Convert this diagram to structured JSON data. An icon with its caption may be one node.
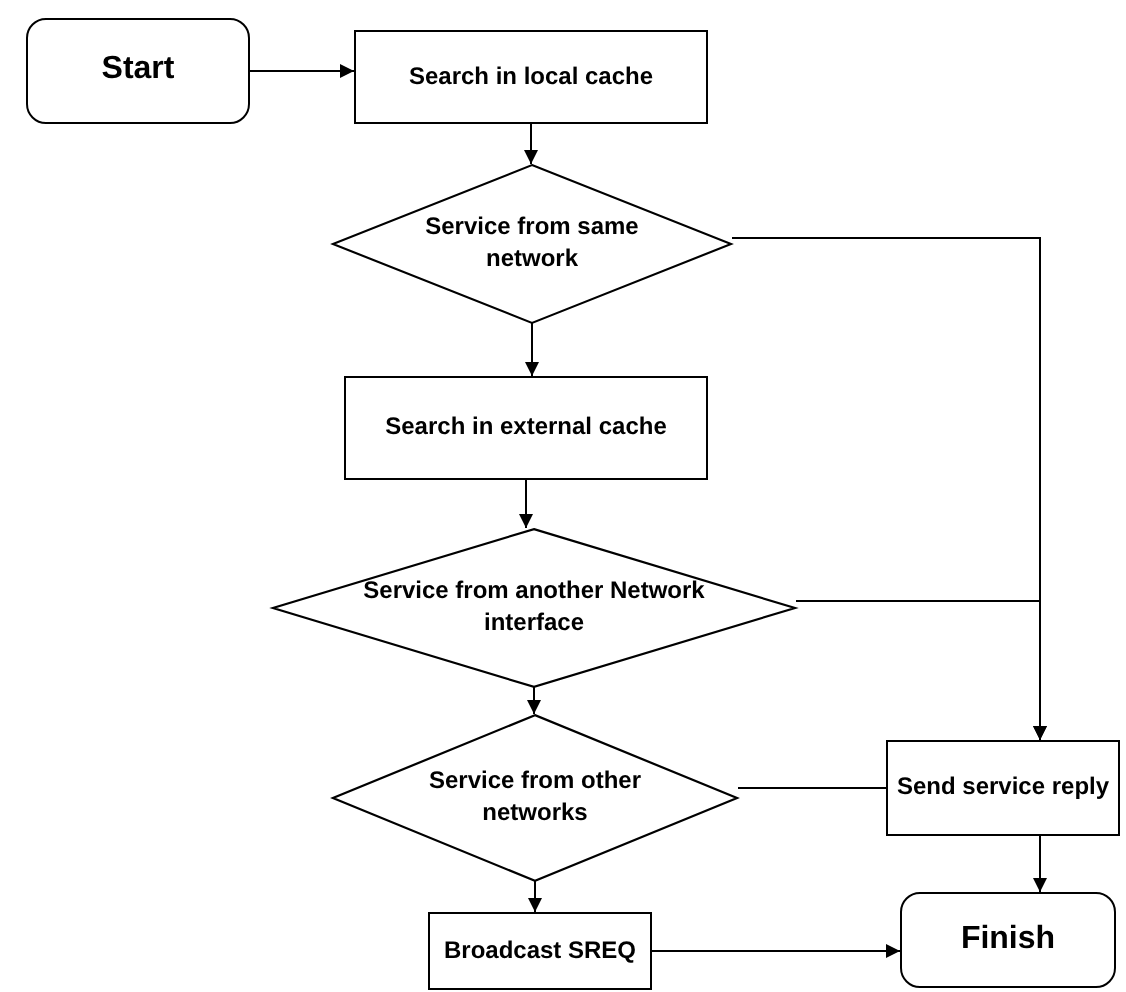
{
  "diagram": {
    "nodes": [
      {
        "text": [
          "Start"
        ]
      },
      {
        "text": [
          "Search in local cache"
        ]
      },
      {
        "text": [
          "Service from same network"
        ]
      },
      {
        "text": [
          "Search in external cache"
        ]
      },
      {
        "text": [
          "Service from another Network interface"
        ]
      },
      {
        "text": [
          "Service from other networks"
        ]
      },
      {
        "text": [
          "Send service reply"
        ]
      },
      {
        "text": [
          "Broadcast SREQ"
        ]
      },
      {
        "text": [
          "Finish"
        ]
      }
    ],
    "edges": [
      {
        "from": 0,
        "to": 1,
        "arrow": "to"
      },
      {
        "from": 1,
        "to": 2,
        "arrow": "to"
      },
      {
        "from": 2,
        "to": 3,
        "arrow": "to"
      },
      {
        "from": 2,
        "to": 6,
        "arrow": "to"
      },
      {
        "from": 3,
        "to": 4,
        "arrow": "to"
      },
      {
        "from": 4,
        "to": 6,
        "arrow": "to"
      },
      {
        "from": 4,
        "to": 5,
        "arrow": "to"
      },
      {
        "from": 5,
        "to": 6,
        "arrow": "none"
      },
      {
        "from": 5,
        "to": 7,
        "arrow": "to"
      },
      {
        "from": 6,
        "to": 8,
        "arrow": "to"
      },
      {
        "from": 7,
        "to": 8,
        "arrow": "to"
      }
    ]
  }
}
